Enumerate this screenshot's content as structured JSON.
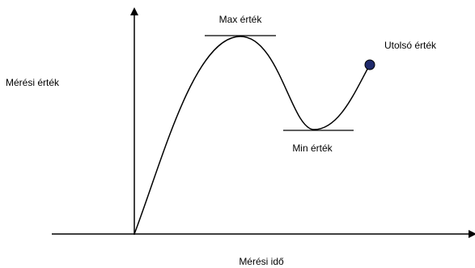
{
  "labels": {
    "y_axis": "Mérési érték",
    "x_axis": "Mérési idő",
    "max": "Max érték",
    "min": "Min érték",
    "last": "Utolsó érték"
  },
  "colors": {
    "line": "#000000",
    "last_point_fill": "#1f2a6b",
    "last_point_stroke": "#000000",
    "background": "#ffffff"
  }
}
